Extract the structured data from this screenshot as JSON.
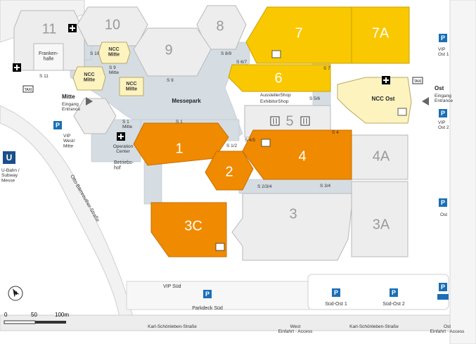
{
  "colors": {
    "orange": "#f08a00",
    "yellow": "#f9c800",
    "light_yellow": "#fdf3bf",
    "grey_hall": "#ededed",
    "passage": "#d5dde3",
    "parking_blue": "#1a6fb5",
    "ubahn_blue": "#1a4f8a",
    "road": "#e6e6e6"
  },
  "halls": {
    "h11": "11",
    "h10": "10",
    "h8": "8",
    "h9": "9",
    "h7": "7",
    "h7a": "7A",
    "h6": "6",
    "h5": "5",
    "h1": "1",
    "h2": "2",
    "h4": "4",
    "h4a": "4A",
    "h3": "3",
    "h3a": "3A",
    "h3c": "3C"
  },
  "labels": {
    "frankenhalle": "Franken-\nhalle",
    "ncc_mitte_top": "NCC\nMitte",
    "ncc_mitte_left": "NCC\nMitte",
    "ncc_mitte_box": "NCC\nMitte",
    "ncc_ost": "NCC Ost",
    "messepark": "Messepark",
    "aussteller": "AusstellerShop",
    "exhibitor": "ExhibitorShop",
    "operation_center": "Operation\nCenter",
    "betriebshof": "Betriebs-\nhof",
    "vip_west": "VIP\nWest/\nMitte",
    "vip_ost1": "VIP\nOst 1",
    "vip_ost2": "VIP\nOst 2",
    "ost_small": "Ost",
    "ubahn": "U-Bahn /\nSubway\nMesse",
    "street_otto": "Otto-Bärnreuther-Straße",
    "vip_sued": "VIP Süd",
    "parkdeck_sued": "Parkdeck Süd",
    "sued_ost1": "Süd-Ost 1",
    "sued_ost2": "Süd-Ost 2",
    "karl1": "Karl-Schönleben-Straße",
    "karl2": "Karl-Schönleben-Straße",
    "west_access": "West\nEinfahrt · Access",
    "ost_access": "Ost\nEinfahrt · Access",
    "entrance_mitte_title": "Mitte",
    "entrance_mitte_sub": "Eingang\nEntrance",
    "entrance_ost_title": "Ost",
    "entrance_ost_sub": "Eingang\nEntrance",
    "taxi": "TAXI",
    "scale_0": "0",
    "scale_50": "50",
    "scale_100": "100m",
    "north": "N",
    "parking_letter": "P",
    "ubahn_letter": "U"
  },
  "passages": {
    "s10": "S 10",
    "s11": "S 11",
    "s9m": "S 9\nMitte",
    "s9": "S 9",
    "s89": "S 8/9",
    "s67": "S 6/7",
    "s7": "S 7",
    "s56": "S 5/6",
    "s4": "S 4",
    "s45": "S 4/5",
    "s1": "S 1",
    "s1m": "S 1\nMitte",
    "s12": "S 1/2",
    "s234": "S 2/3/4",
    "s34": "S 3/4"
  }
}
